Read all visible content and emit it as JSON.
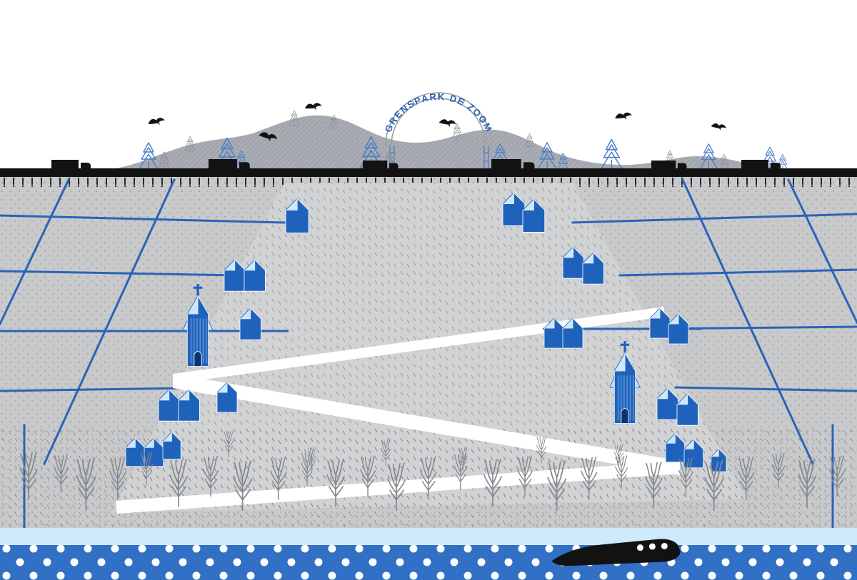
{
  "arch": {
    "label": "GRENSPARK DE ZOOM"
  },
  "colors": {
    "ink_black": "#121212",
    "hill_gray": "#a9adb3",
    "field_gray": "#c7c9cb",
    "center_gray": "#d1d2d4",
    "tree_gray": "#85898e",
    "grid_blue": "#2a63b8",
    "house_blue": "#1e62bc",
    "ice_blue": "#cfe7fa",
    "arch_blue": "#2b62b5",
    "water_blue": "#3170c4",
    "band_blue": "#cfeafb"
  },
  "icons": {
    "bird": "swallow-silhouette",
    "truck": "truck-silhouette",
    "boat": "motorboat-silhouette",
    "house": "gabled-house",
    "church": "church-with-cross",
    "pine_tree": "fir-tree",
    "bare_tree": "leafless-winter-tree"
  }
}
